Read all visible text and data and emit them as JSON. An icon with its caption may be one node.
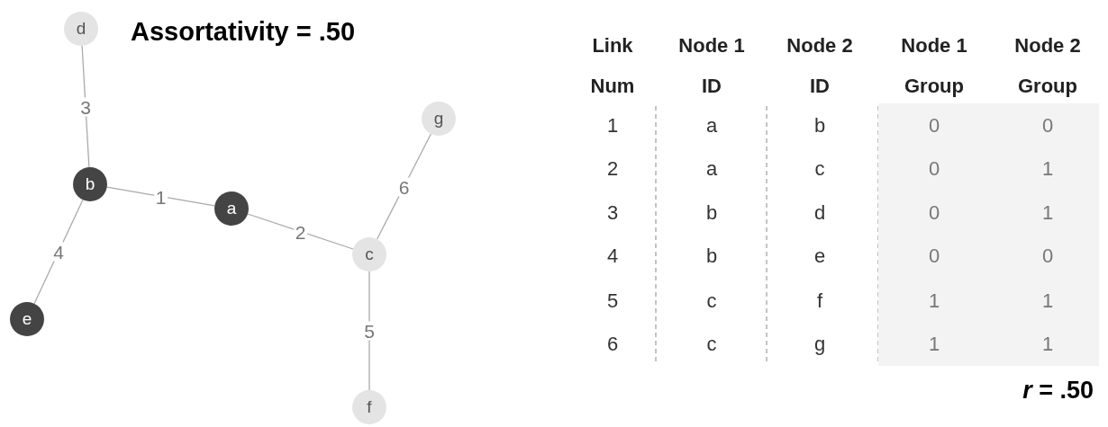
{
  "diagram": {
    "title": "Assortativity = .50",
    "nodes": [
      {
        "text": [
          "d"
        ]
      },
      {
        "text": [
          "g"
        ]
      },
      {
        "text": [
          "b"
        ]
      },
      {
        "text": [
          "a"
        ]
      },
      {
        "text": [
          "c"
        ]
      },
      {
        "text": [
          "e"
        ]
      },
      {
        "text": [
          "f"
        ]
      }
    ],
    "edges": [
      {
        "from": 2,
        "to": 3,
        "arrow": "none",
        "label": "1"
      },
      {
        "from": 3,
        "to": 4,
        "arrow": "none",
        "label": "2"
      },
      {
        "from": 0,
        "to": 2,
        "arrow": "none",
        "label": "3"
      },
      {
        "from": 2,
        "to": 5,
        "arrow": "none",
        "label": "4"
      },
      {
        "from": 4,
        "to": 6,
        "arrow": "none",
        "label": "5"
      },
      {
        "from": 4,
        "to": 1,
        "arrow": "none",
        "label": "6"
      }
    ],
    "labels": [
      "Link Num",
      "Node 1 ID",
      "Node 2 ID",
      "Node 1 Group",
      "Node 2 Group",
      "1",
      "a",
      "b",
      "0",
      "0",
      "2",
      "a",
      "c",
      "0",
      "1",
      "3",
      "b",
      "d",
      "0",
      "1",
      "4",
      "b",
      "e",
      "0",
      "0",
      "5",
      "c",
      "f",
      "1",
      "1",
      "6",
      "c",
      "g",
      "1",
      "1",
      "*r* = .50"
    ]
  }
}
